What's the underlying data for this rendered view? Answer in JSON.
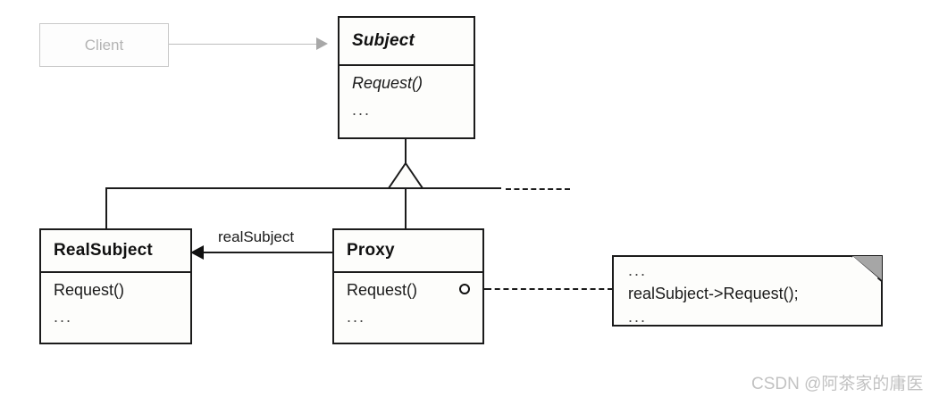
{
  "diagram": {
    "title": "Proxy pattern UML class diagram",
    "classes": {
      "client": {
        "name": "Client",
        "style": "faded"
      },
      "subject": {
        "name": "Subject",
        "abstract": true,
        "operations": [
          "Request()",
          "..."
        ]
      },
      "real_subject": {
        "name": "RealSubject",
        "abstract": false,
        "operations": [
          "Request()",
          "..."
        ]
      },
      "proxy": {
        "name": "Proxy",
        "abstract": false,
        "operations": [
          "Request()",
          "..."
        ]
      }
    },
    "note": {
      "lines": [
        "...",
        "realSubject->Request();",
        "..."
      ]
    },
    "labels": {
      "real_subject_role": "realSubject"
    },
    "relationships": [
      {
        "from": "Client",
        "to": "Subject",
        "type": "association-arrow"
      },
      {
        "from": "RealSubject",
        "to": "Subject",
        "type": "generalization"
      },
      {
        "from": "Proxy",
        "to": "Subject",
        "type": "generalization"
      },
      {
        "from": "Proxy",
        "to": "RealSubject",
        "type": "association",
        "role": "realSubject"
      },
      {
        "from": "Proxy.Request()",
        "to": "note",
        "type": "note-anchor"
      }
    ],
    "colors": {
      "line": "#1b1b1b",
      "faded_line": "#c9c9c9",
      "faded_text": "#b4b4b4",
      "box_fill": "#fdfdfb",
      "note_fold": "#a6a6a6",
      "watermark": "#c2c2c2"
    }
  },
  "watermark": {
    "text": "CSDN @阿茶家的庸医"
  }
}
